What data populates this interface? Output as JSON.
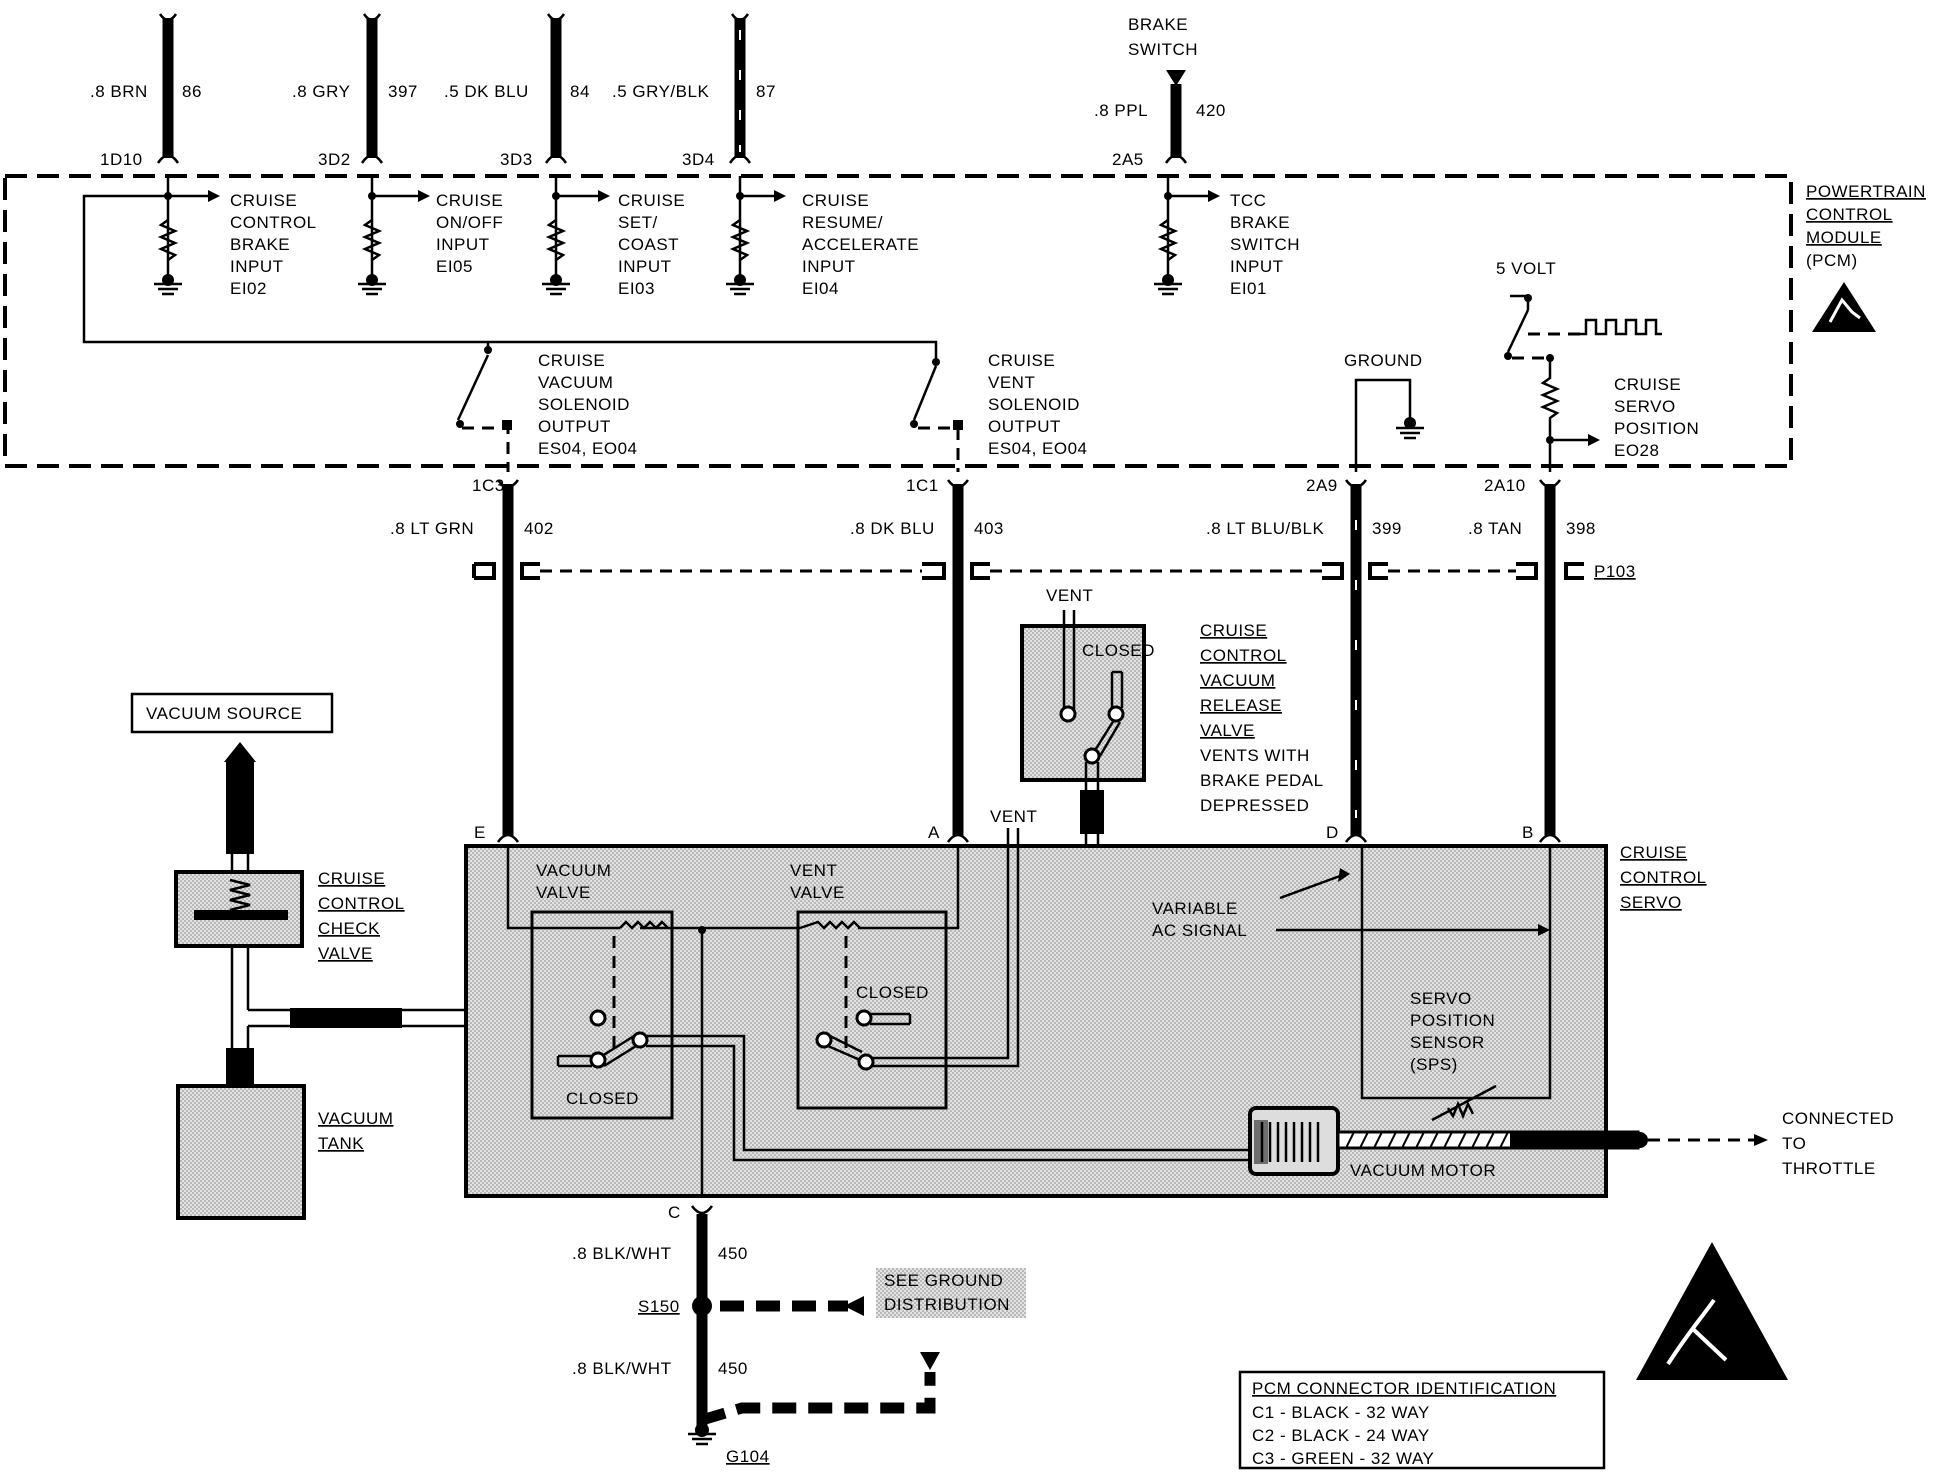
{
  "top_wires": [
    {
      "size_color": ".8 BRN",
      "circuit": "86",
      "pin": "1D10"
    },
    {
      "size_color": ".8 GRY",
      "circuit": "397",
      "pin": "3D2"
    },
    {
      "size_color": ".5 DK BLU",
      "circuit": "84",
      "pin": "3D3"
    },
    {
      "size_color": ".5 GRY/BLK",
      "circuit": "87",
      "pin": "3D4"
    },
    {
      "size_color": ".8 PPL",
      "circuit": "420",
      "pin": "2A5"
    }
  ],
  "brake_switch": [
    "BRAKE",
    "SWITCH"
  ],
  "pcm_inputs": [
    [
      "CRUISE",
      "CONTROL",
      "BRAKE",
      "INPUT",
      "EI02"
    ],
    [
      "CRUISE",
      "ON/OFF",
      "INPUT",
      "EI05"
    ],
    [
      "CRUISE",
      "SET/",
      "COAST",
      "INPUT",
      "EI03"
    ],
    [
      "CRUISE",
      "RESUME/",
      "ACCELERATE",
      "INPUT",
      "EI04"
    ],
    [
      "TCC",
      "BRAKE",
      "SWITCH",
      "INPUT",
      "EI01"
    ]
  ],
  "pcm_label": [
    "POWERTRAIN",
    "CONTROL",
    "MODULE",
    "(PCM)"
  ],
  "five_volt": "5 VOLT",
  "ground_label": "GROUND",
  "vacuum_solenoid": [
    "CRUISE",
    "VACUUM",
    "SOLENOID",
    "OUTPUT",
    "ES04, EO04"
  ],
  "vent_solenoid": [
    "CRUISE",
    "VENT",
    "SOLENOID",
    "OUTPUT",
    "ES04, EO04"
  ],
  "servo_position_out": [
    "CRUISE",
    "SERVO",
    "POSITION",
    "EO28"
  ],
  "lower_wires": [
    {
      "pin": "1C3",
      "size_color": ".8 LT GRN",
      "circuit": "402",
      "servo_pin": "E"
    },
    {
      "pin": "1C1",
      "size_color": ".8 DK BLU",
      "circuit": "403",
      "servo_pin": "A"
    },
    {
      "pin": "2A9",
      "size_color": ".8 LT BLU/BLK",
      "circuit": "399",
      "servo_pin": "D"
    },
    {
      "pin": "2A10",
      "size_color": ".8 TAN",
      "circuit": "398",
      "servo_pin": "B"
    }
  ],
  "connector_p103": "P103",
  "release_valve": {
    "vent": "VENT",
    "closed": "CLOSED",
    "label": [
      "CRUISE",
      "CONTROL",
      "VACUUM",
      "RELEASE",
      "VALVE"
    ],
    "note": [
      "VENTS WITH",
      "BRAKE PEDAL",
      "DEPRESSED"
    ]
  },
  "vacuum_source": "VACUUM SOURCE",
  "check_valve": [
    "CRUISE",
    "CONTROL",
    "CHECK",
    "VALVE"
  ],
  "vacuum_tank": [
    "VACUUM",
    "TANK"
  ],
  "servo": {
    "label": [
      "CRUISE",
      "CONTROL",
      "SERVO"
    ],
    "vacuum_valve": [
      "VACUUM",
      "VALVE"
    ],
    "vent_valve": [
      "VENT",
      "VALVE"
    ],
    "vent_top": "VENT",
    "closed_1": "CLOSED",
    "closed_2": "CLOSED",
    "variable_ac": [
      "VARIABLE",
      "AC SIGNAL"
    ],
    "sps": [
      "SERVO",
      "POSITION",
      "SENSOR",
      "(SPS)"
    ],
    "vacuum_motor": "VACUUM MOTOR",
    "ground_pin": "C"
  },
  "connected_throttle": [
    "CONNECTED",
    "TO",
    "THROTTLE"
  ],
  "ground_wires": [
    {
      "size_color": ".8 BLK/WHT",
      "circuit": "450"
    },
    {
      "size_color": ".8 BLK/WHT",
      "circuit": "450"
    }
  ],
  "splice": "S150",
  "ground_point": "G104",
  "see_ground": [
    "SEE GROUND",
    "DISTRIBUTION"
  ],
  "pcm_connector_id": {
    "title": "PCM CONNECTOR IDENTIFICATION",
    "rows": [
      "C1 - BLACK - 32 WAY",
      "C2 - BLACK - 24 WAY",
      "C3 - GREEN - 32 WAY"
    ]
  }
}
